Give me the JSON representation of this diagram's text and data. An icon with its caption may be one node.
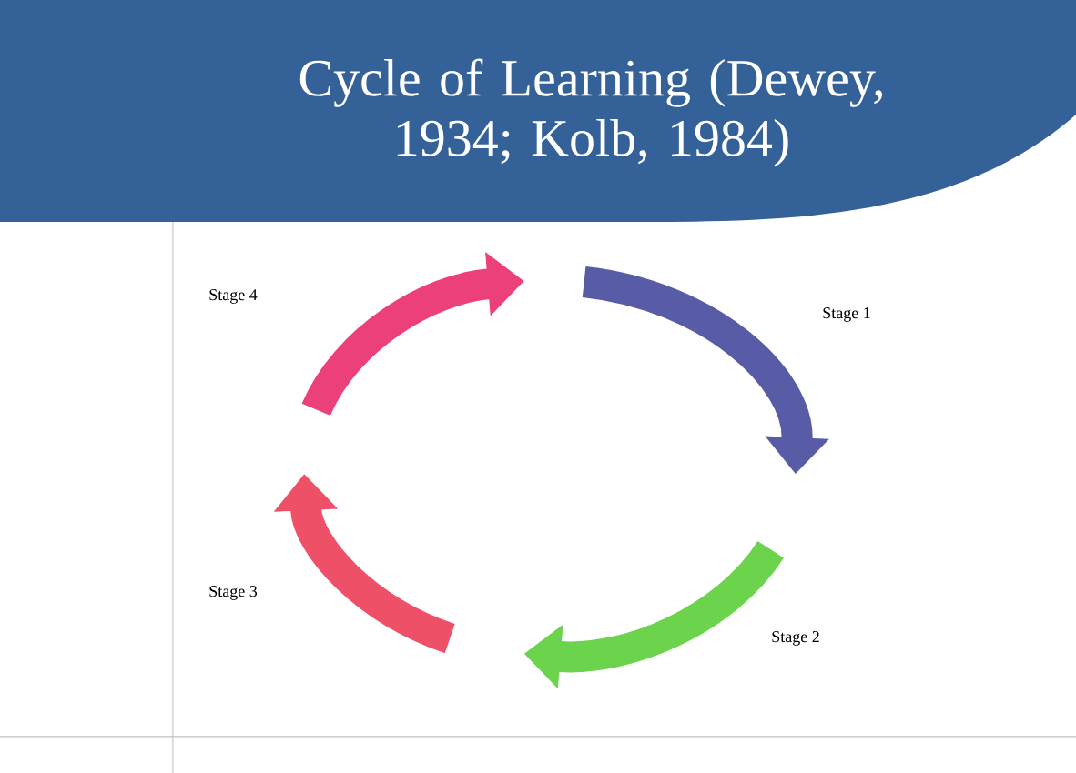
{
  "diagram": {
    "title": "Cycle of Learning (Dewey, 1934; Kolb, 1984)",
    "labels": [
      "Stage 4",
      "Stage 1",
      "Stage 3",
      "Stage 2"
    ]
  }
}
